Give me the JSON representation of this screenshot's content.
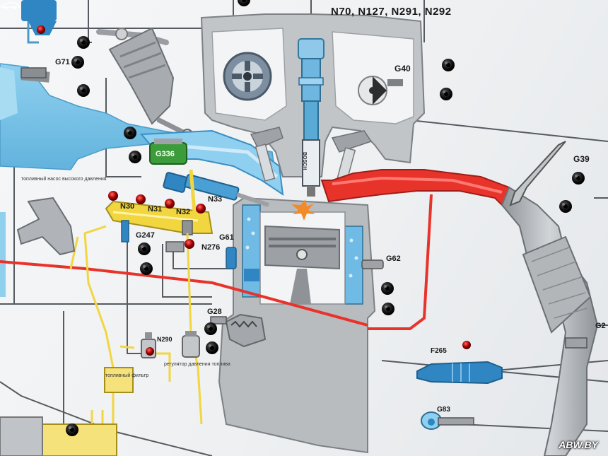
{
  "header": {
    "injectors_label": "N70, N127, N291, N292"
  },
  "sensors": {
    "g71": "G71",
    "g40": "G40",
    "g39": "G39",
    "g336": "G336",
    "g247": "G247",
    "g61": "G61",
    "g62": "G62",
    "g28": "G28",
    "g83": "G83",
    "g2x": "G2"
  },
  "valves": {
    "n30": "N30",
    "n31": "N31",
    "n32": "N32",
    "n33": "N33",
    "n276": "N276",
    "n290": "N290",
    "f265": "F265"
  },
  "captions": {
    "hp_pump": "топливный насос высокого давления",
    "regulator": "регулятор давления топлива",
    "filter": "топливный фильтр",
    "bosch": "BOSCH"
  },
  "watermark": "ABW.BY",
  "colors": {
    "coolant_blue": "#79c3e6",
    "exhaust_red": "#e8332b",
    "fuel_yellow": "#f2d640",
    "injector_blue": "#2f86c2",
    "engine_grey": "#b9bcbf",
    "wire_grey": "#555b60",
    "indicator_red": "#c01a1a"
  }
}
